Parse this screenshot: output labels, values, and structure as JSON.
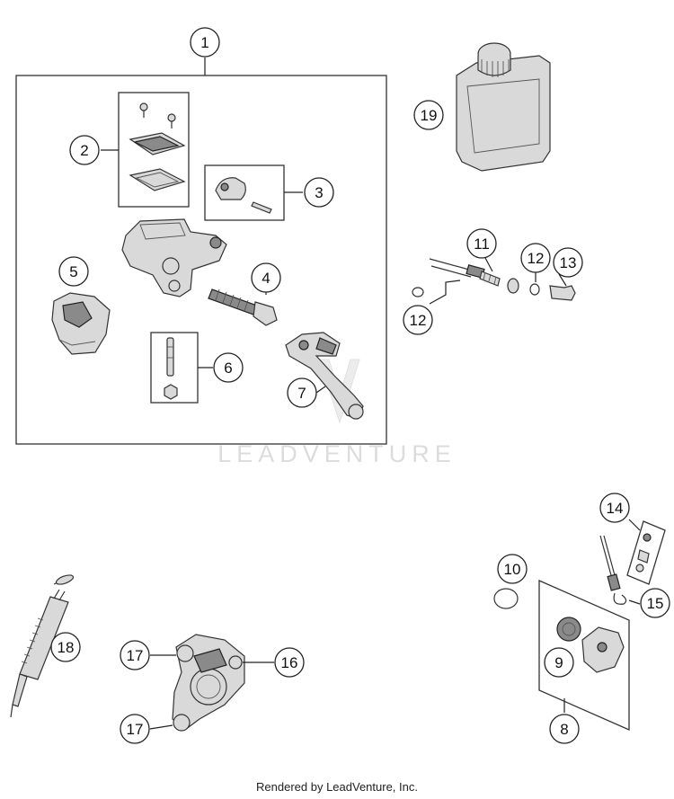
{
  "diagram": {
    "callouts": [
      "1",
      "2",
      "3",
      "4",
      "5",
      "6",
      "7",
      "8",
      "9",
      "10",
      "11",
      "12",
      "12",
      "13",
      "14",
      "15",
      "16",
      "17",
      "17",
      "18",
      "19"
    ],
    "watermark": "LEADVENTURE",
    "footer": "Rendered by LeadVenture, Inc."
  }
}
